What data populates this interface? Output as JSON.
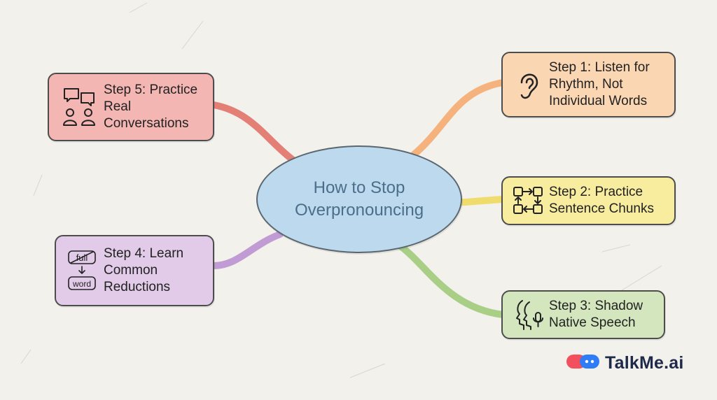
{
  "central_topic": "How to Stop Overpronouncing",
  "steps": [
    {
      "label": "Step 1: Listen for Rhythm, Not Individual Words",
      "icon": "ear-icon",
      "color": "#fbd6b3",
      "connector_color": "#f5b27c"
    },
    {
      "label": "Step 2: Practice Sentence Chunks",
      "icon": "chunks-icon",
      "color": "#f8ec9f",
      "connector_color": "#f0dc6c"
    },
    {
      "label": "Step 3: Shadow Native Speech",
      "icon": "shadow-speech-icon",
      "color": "#d3e6bd",
      "connector_color": "#a9cf87"
    },
    {
      "label": "Step 4: Learn Common Reductions",
      "icon": "reduction-icon",
      "color": "#e2cbe8",
      "connector_color": "#c19bd3"
    },
    {
      "label": "Step 5: Practice Real Conversations",
      "icon": "conversation-icon",
      "color": "#f4b6b2",
      "connector_color": "#e47f76"
    }
  ],
  "icon_text": {
    "full": "full",
    "word": "word"
  },
  "brand": {
    "name": "TalkMe.ai",
    "logo": "talkme-logo-icon",
    "logo_colors": [
      "#f2505d",
      "#2f7df6"
    ]
  }
}
